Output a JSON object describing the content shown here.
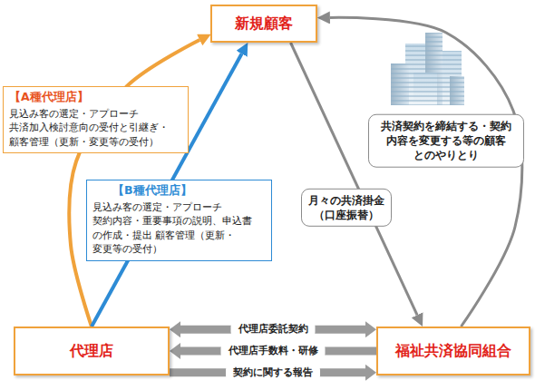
{
  "diagram": {
    "nodes": [
      {
        "text": [
          "新規顧客"
        ]
      },
      {
        "text": [
          "【A種代理店】",
          "見込み客の選定・アプローチ 共済加入検討意向の受付と引継ぎ・ 顧客管理（更新・変更等の受付）"
        ]
      },
      {
        "text": [
          "【B種代理店】",
          "見込み客の選定・アプローチ 契約内容・重要事項の説明、申込書 の作成・提出 顧客管理（更新・変更等の受付）"
        ]
      },
      {
        "text": [
          "代理店"
        ]
      },
      {
        "text": [
          "福祉共済協同組合"
        ]
      }
    ],
    "edges": [
      {
        "from": 3,
        "to": 0,
        "arrow": "to"
      },
      {
        "from": 3,
        "to": 0,
        "arrow": "to"
      },
      {
        "from": 0,
        "to": 4,
        "label": "月々の共済掛金 （口座振替）",
        "arrow": "to"
      },
      {
        "from": 4,
        "to": 0,
        "label": "共済契約を締結する・契約 内容を変更する等の顧客 とのやりとり",
        "arrow": "to"
      },
      {
        "from": 3,
        "to": 4,
        "label": "代理店委託契約",
        "arrow": "both"
      },
      {
        "from": 4,
        "to": 3,
        "label": "代理店手数料・研修",
        "arrow": "to"
      },
      {
        "from": 3,
        "to": 4,
        "label": "契約に関する報告",
        "arrow": "to"
      }
    ]
  }
}
